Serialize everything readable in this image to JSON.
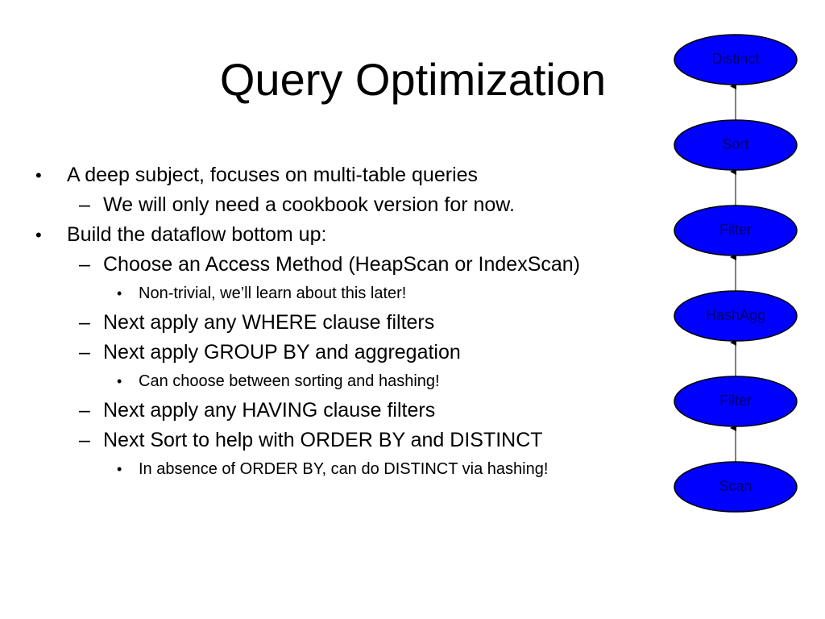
{
  "slide": {
    "title": "Query Optimization",
    "bullets": [
      {
        "level": 1,
        "marker": "•",
        "text": "A deep subject, focuses on multi-table queries"
      },
      {
        "level": 2,
        "marker": "–",
        "text": "We will only need a cookbook version for now."
      },
      {
        "level": 1,
        "marker": "•",
        "text": "Build the dataflow bottom up:"
      },
      {
        "level": 2,
        "marker": "–",
        "text": "Choose an Access Method (HeapScan or IndexScan)"
      },
      {
        "level": 3,
        "marker": "•",
        "text": "Non-trivial, we’ll learn about this later!"
      },
      {
        "level": 2,
        "marker": "–",
        "text": "Next apply any WHERE clause filters"
      },
      {
        "level": 2,
        "marker": "–",
        "text": "Next apply GROUP BY and aggregation"
      },
      {
        "level": 3,
        "marker": "•",
        "text": "Can choose between sorting and hashing!"
      },
      {
        "level": 2,
        "marker": "–",
        "text": "Next apply any HAVING clause filters"
      },
      {
        "level": 2,
        "marker": "–",
        "text": "Next Sort to help with ORDER BY and DISTINCT"
      },
      {
        "level": 3,
        "marker": "•",
        "text": "In absence of ORDER BY, can do DISTINCT via hashing!"
      }
    ]
  },
  "plan": {
    "nodes": [
      {
        "label": "Distinct"
      },
      {
        "label": "Sort"
      },
      {
        "label": "Filter"
      },
      {
        "label": "HashAgg"
      },
      {
        "label": "Filter"
      },
      {
        "label": "Scan"
      }
    ],
    "node_fill": "#0000ff",
    "node_stroke": "#000000",
    "label_color": "#000070"
  }
}
